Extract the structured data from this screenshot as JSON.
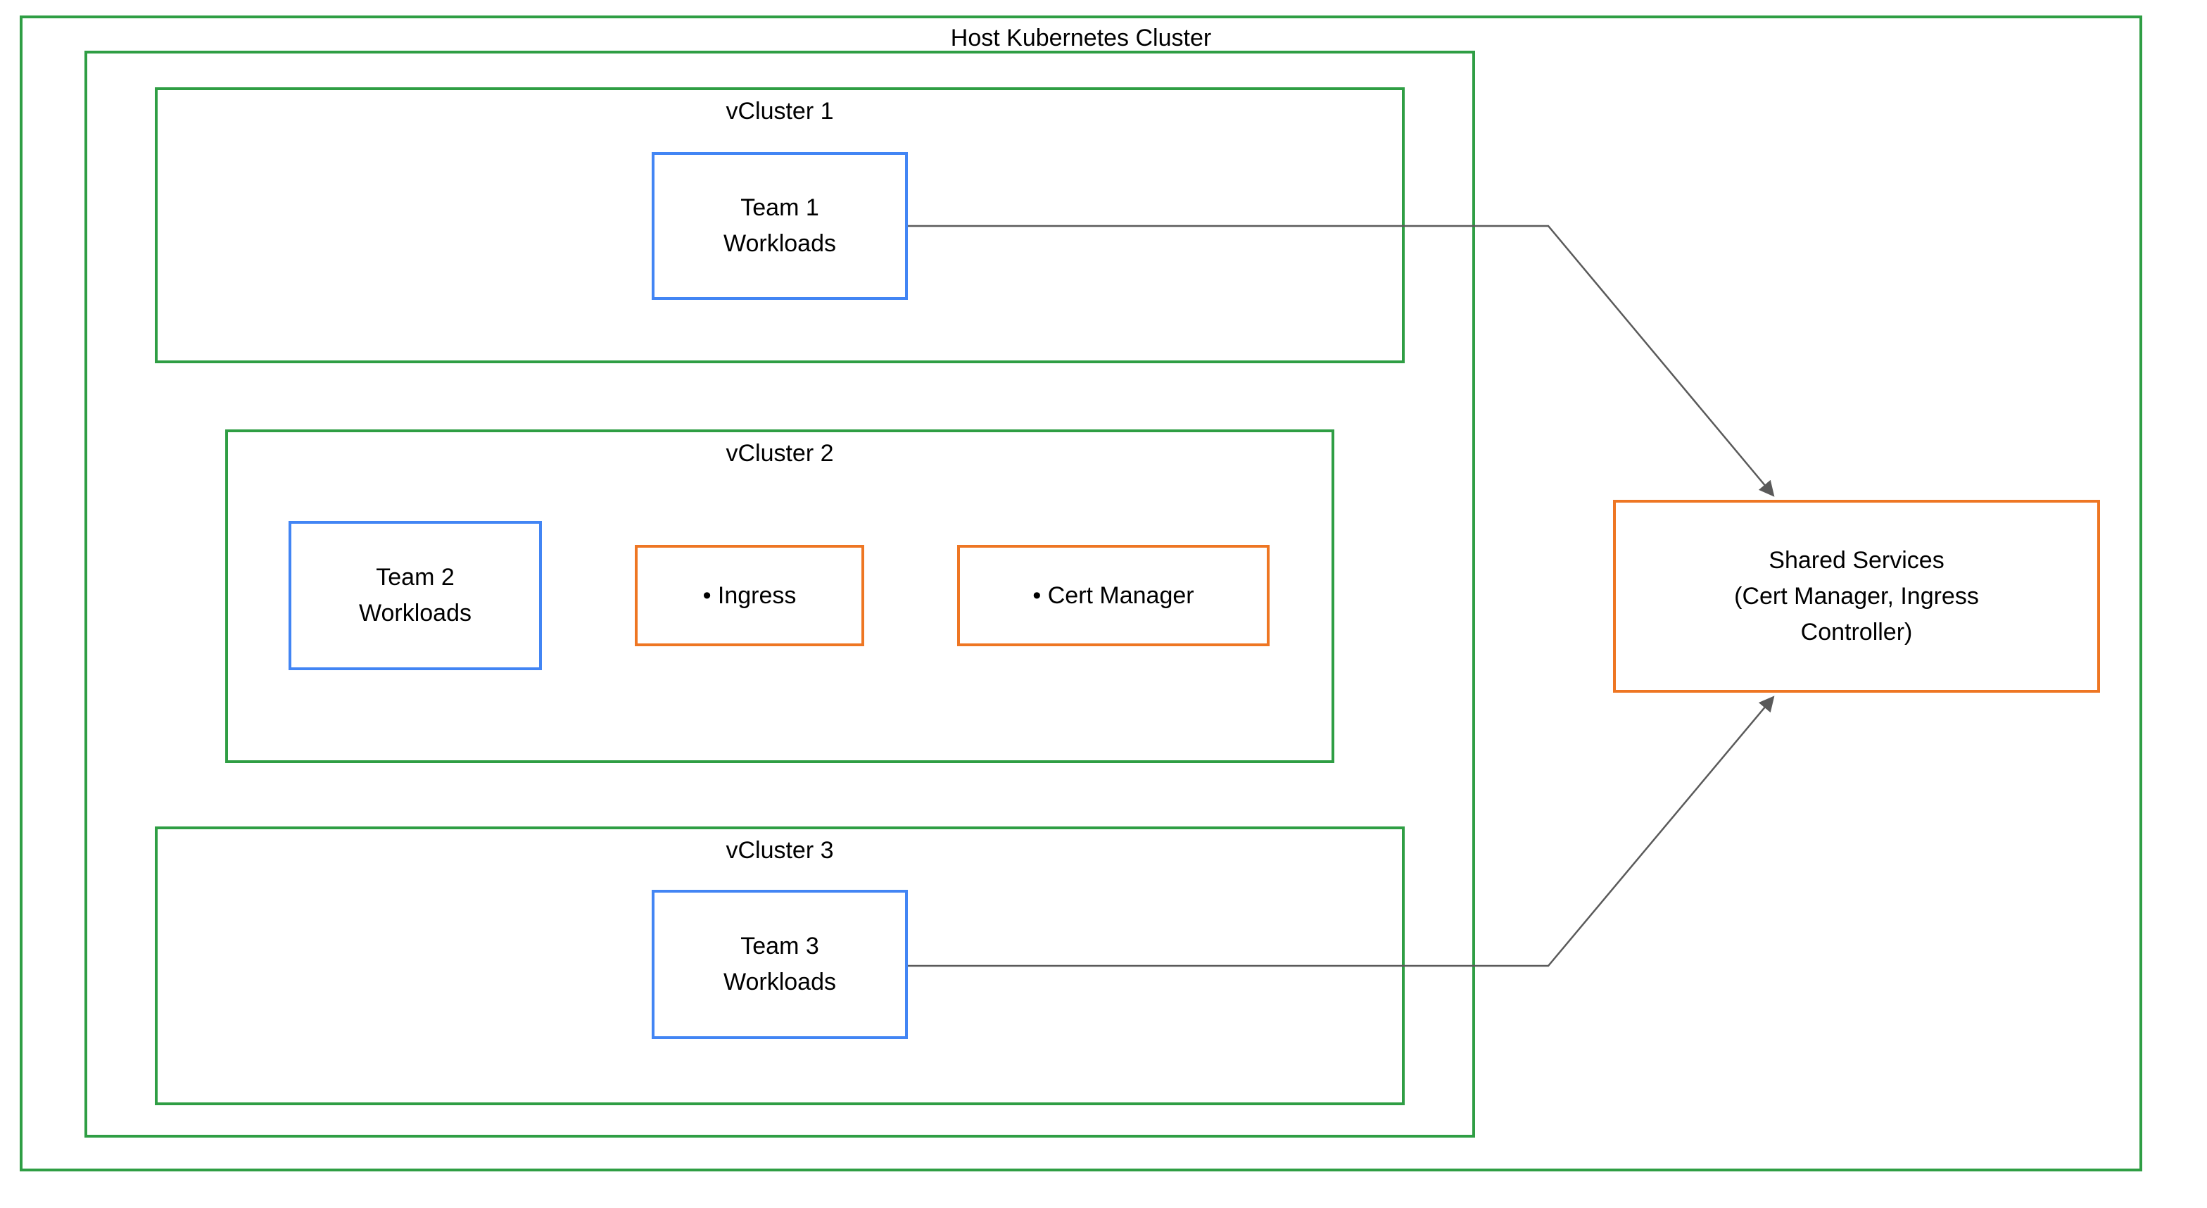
{
  "title": "Host Kubernetes Cluster",
  "vclusters": [
    {
      "title": "vCluster 1",
      "workload": {
        "line1": "Team 1",
        "line2": "Workloads"
      }
    },
    {
      "title": "vCluster 2",
      "workload": {
        "line1": "Team 2",
        "line2": "Workloads"
      },
      "services": [
        {
          "label": "• Ingress"
        },
        {
          "label": "• Cert Manager"
        }
      ]
    },
    {
      "title": "vCluster 3",
      "workload": {
        "line1": "Team 3",
        "line2": "Workloads"
      }
    }
  ],
  "shared_services": {
    "line1": "Shared Services",
    "line2": "(Cert Manager, Ingress",
    "line3": "Controller)"
  },
  "colors": {
    "cluster_border": "#2f9e44",
    "workload_border": "#4285f4",
    "service_border": "#ee7623",
    "arrow": "#5a5a5a",
    "background": "#ffffff",
    "text": "#000000"
  }
}
